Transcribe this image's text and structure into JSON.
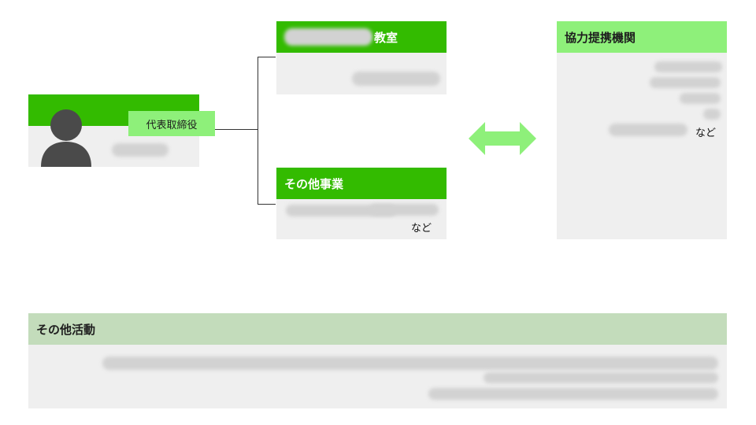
{
  "representative": {
    "title": "代表取締役"
  },
  "classroom": {
    "title_suffix": "教室"
  },
  "other_business": {
    "title": "その他事業",
    "etc": "など"
  },
  "partners": {
    "title": "協力提携機関",
    "etc": "など"
  },
  "other_activities": {
    "title": "その他活動"
  },
  "colors": {
    "header_green": "#33bb00",
    "header_light_green": "#8ef07a",
    "header_sage": "#c3dcbb",
    "body_gray": "#efefef",
    "arrow_green": "#8ef07a"
  },
  "icons": {
    "person": "person-icon",
    "arrow": "double-arrow-icon"
  }
}
